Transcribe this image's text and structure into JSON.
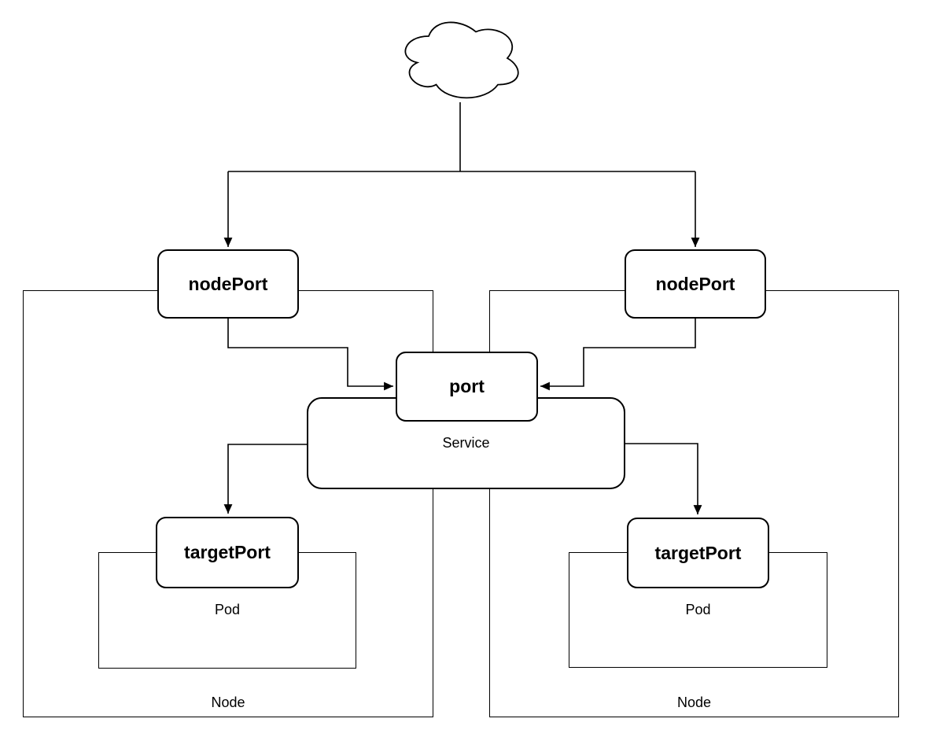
{
  "diagram": {
    "type": "kubernetes-service-ports-diagram",
    "colors": {
      "background": "#ffffff",
      "shape_fill": "#ffffff",
      "stroke": "#000000",
      "text": "#000000"
    },
    "nodes": {
      "cloud": {
        "shape": "cloud",
        "label": ""
      },
      "nodeport_left": {
        "label": "nodePort"
      },
      "nodeport_right": {
        "label": "nodePort"
      },
      "port": {
        "label": "port"
      },
      "service": {
        "label": "Service"
      },
      "targetport_left": {
        "label": "targetPort"
      },
      "targetport_right": {
        "label": "targetPort"
      },
      "pod_left": {
        "label": "Pod"
      },
      "pod_right": {
        "label": "Pod"
      },
      "node_left": {
        "label": "Node"
      },
      "node_right": {
        "label": "Node"
      }
    },
    "edges": [
      {
        "from": "cloud",
        "to": "nodeport_left",
        "arrow": "end"
      },
      {
        "from": "cloud",
        "to": "nodeport_right",
        "arrow": "end"
      },
      {
        "from": "nodeport_left",
        "to": "port",
        "arrow": "end"
      },
      {
        "from": "nodeport_right",
        "to": "port",
        "arrow": "end"
      },
      {
        "from": "service",
        "to": "targetport_left",
        "arrow": "end"
      },
      {
        "from": "service",
        "to": "targetport_right",
        "arrow": "end"
      }
    ]
  }
}
